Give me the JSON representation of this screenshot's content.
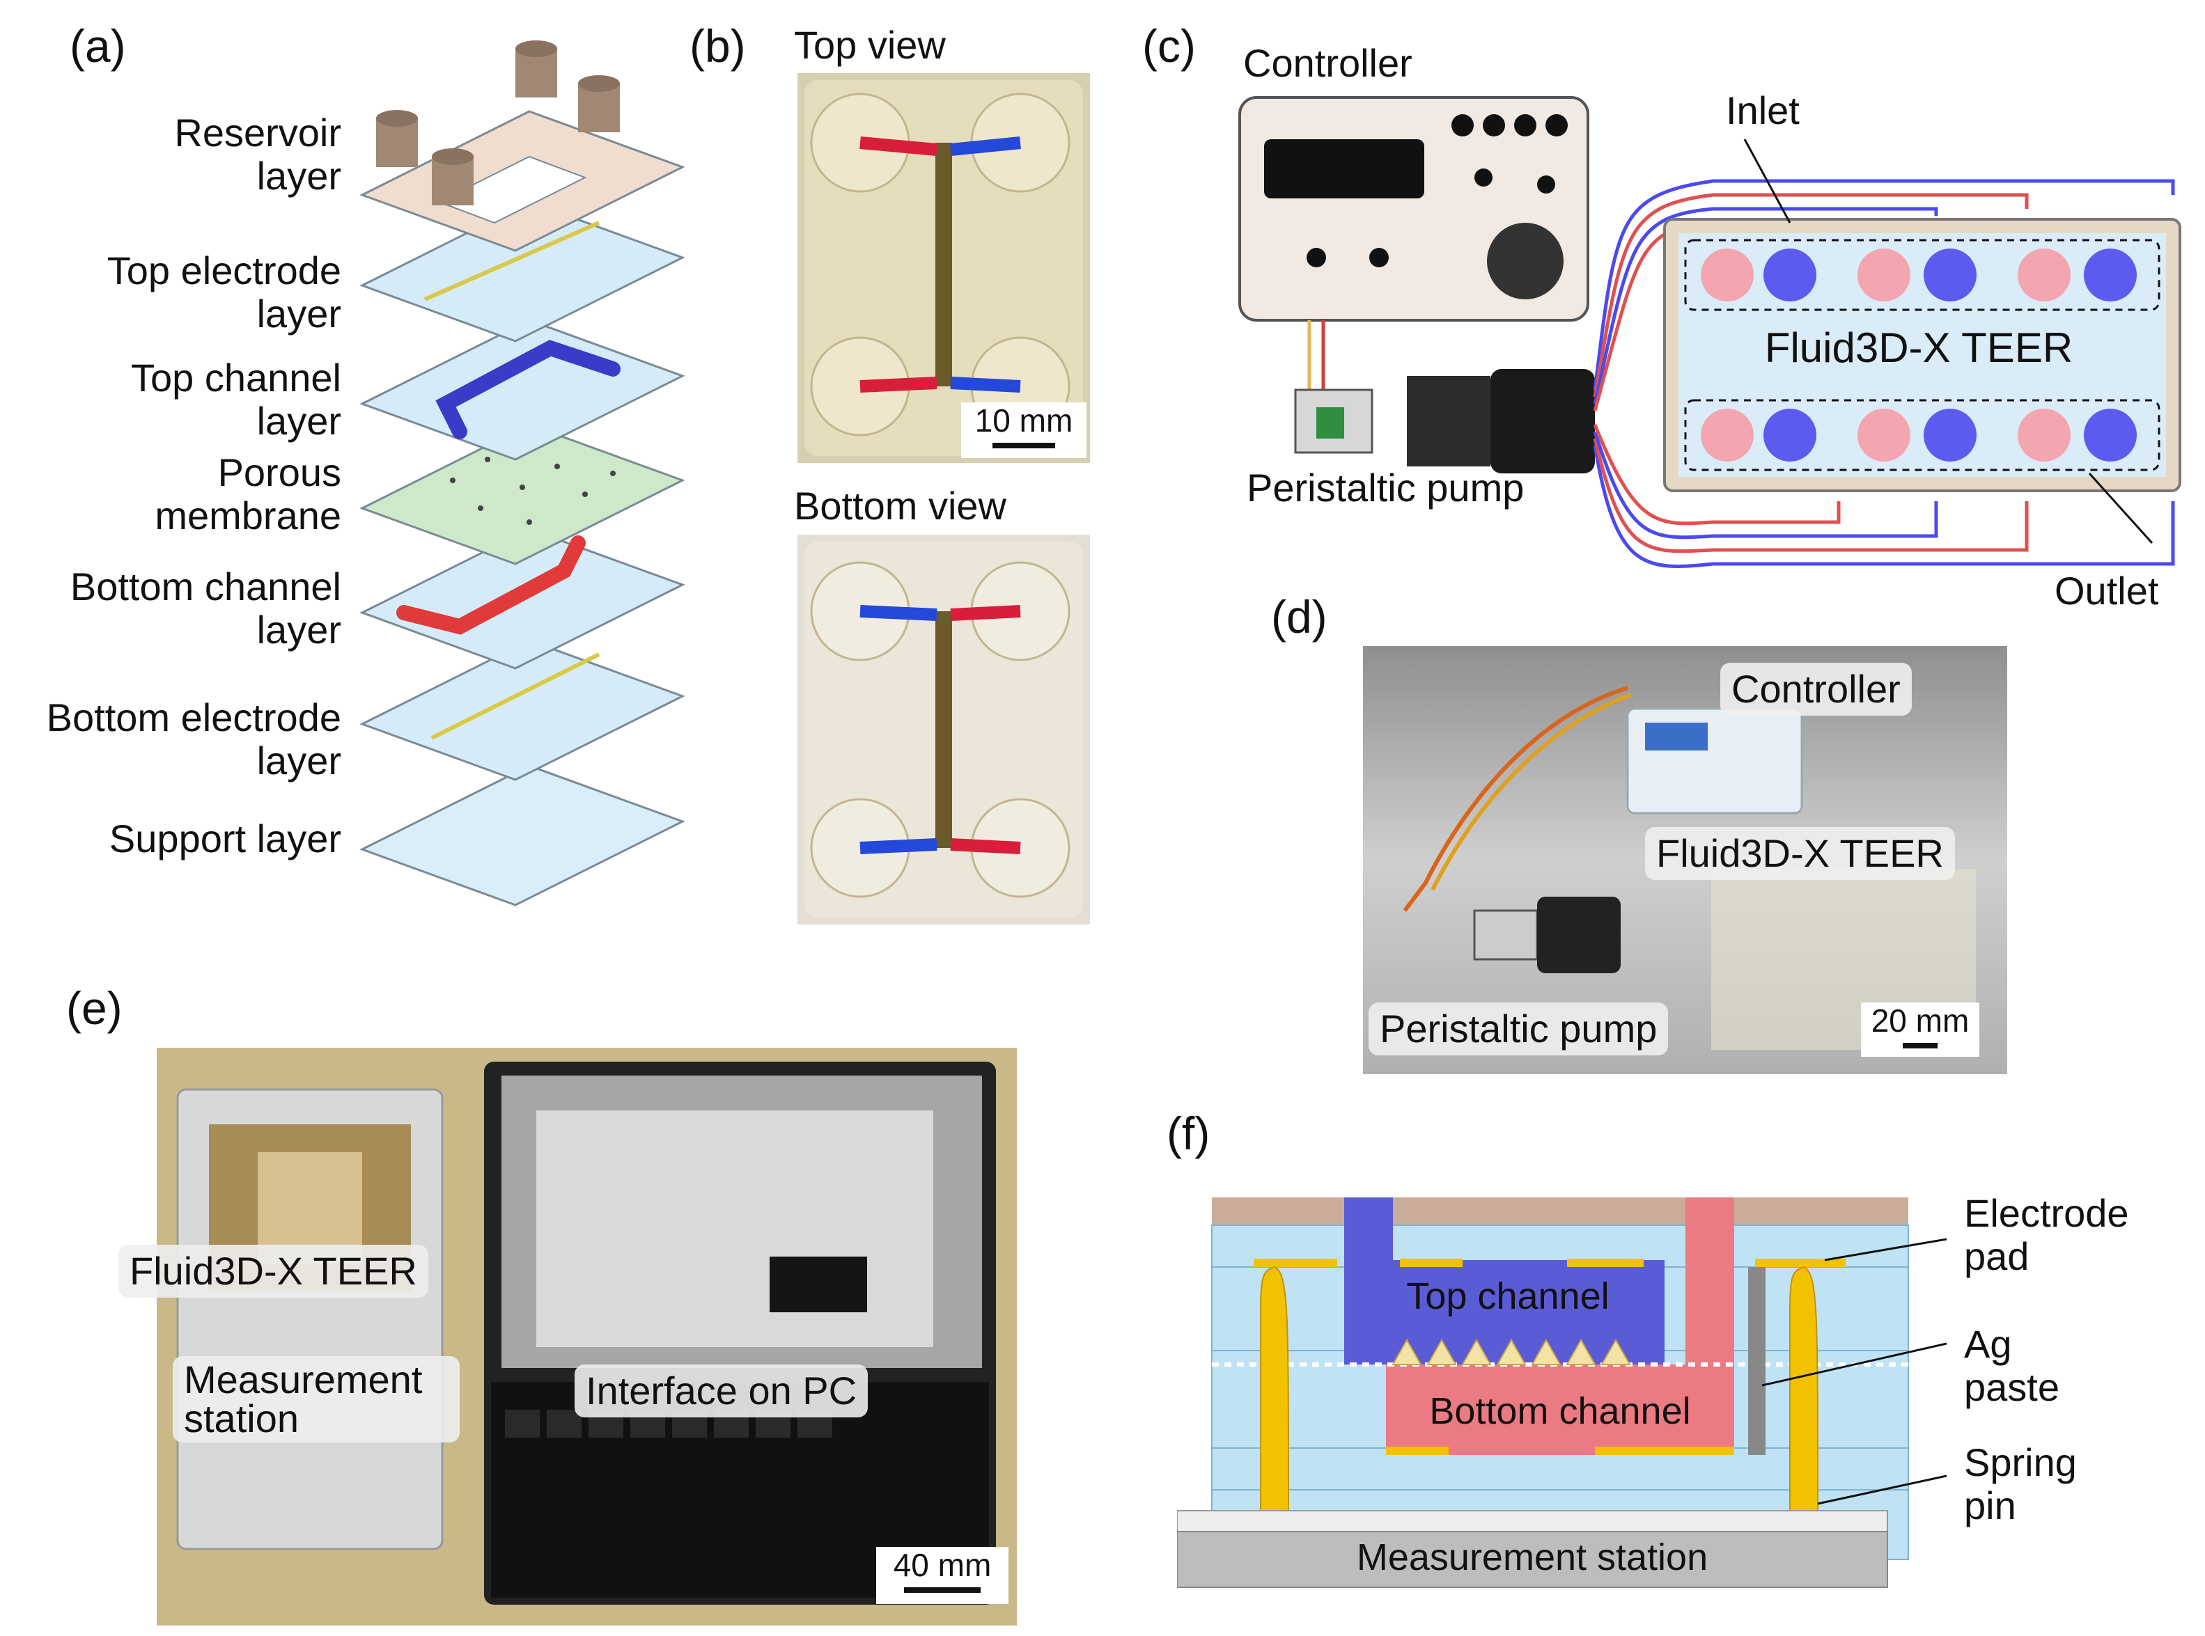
{
  "panels": {
    "a": {
      "letter": "(a)",
      "layers": [
        "Reservoir layer",
        "Top electrode layer",
        "Top channel layer",
        "Porous membrane",
        "Bottom channel layer",
        "Bottom electrode layer",
        "Support layer"
      ]
    },
    "b": {
      "letter": "(b)",
      "top_view": "Top view",
      "bottom_view": "Bottom view",
      "scale": "10 mm"
    },
    "c": {
      "letter": "(c)",
      "controller": "Controller",
      "pump": "Peristaltic pump",
      "inlet": "Inlet",
      "outlet": "Outlet",
      "device": "Fluid3D-X TEER"
    },
    "d": {
      "letter": "(d)",
      "controller": "Controller",
      "device": "Fluid3D-X TEER",
      "pump": "Peristaltic pump",
      "scale": "20 mm"
    },
    "e": {
      "letter": "(e)",
      "device": "Fluid3D-X TEER",
      "station": "Measurement station",
      "interface": "Interface on PC",
      "scale": "40 mm"
    },
    "f": {
      "letter": "(f)",
      "top_channel": "Top channel",
      "bottom_channel": "Bottom channel",
      "electrode_pad": "Electrode pad",
      "ag_paste": "Ag paste",
      "spring_pin": "Spring pin",
      "station": "Measurement station"
    }
  },
  "colors": {
    "blue_channel": "#5b5bd6",
    "red_channel": "#ec7a82",
    "acrylic": "#bfe3f5",
    "reservoir": "#c9ad98",
    "gold": "#f2c200",
    "station_gray": "#bdbdbd"
  }
}
